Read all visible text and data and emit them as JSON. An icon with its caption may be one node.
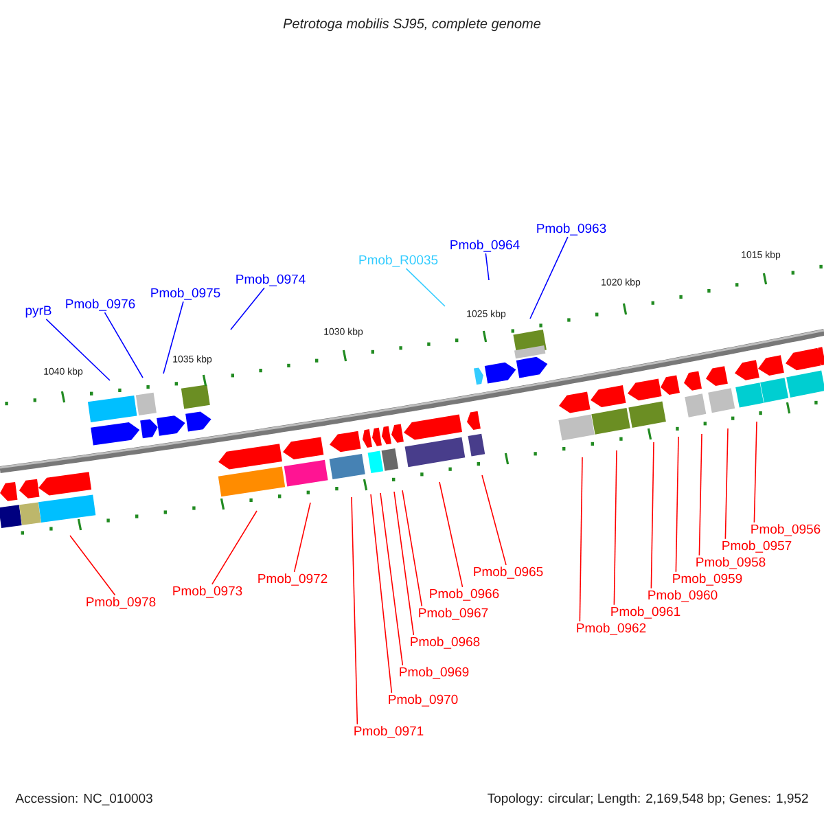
{
  "diagram": {
    "title": "Petrotoga mobilis SJ95, complete genome",
    "nodes": [
      {
        "text": [
          "pyrB"
        ]
      },
      {
        "text": [
          "Pmob_0976"
        ]
      },
      {
        "text": [
          "Pmob_0975"
        ]
      },
      {
        "text": [
          "Pmob_0974"
        ]
      },
      {
        "text": [
          "Pmob_R0035"
        ]
      },
      {
        "text": [
          "Pmob_0964"
        ]
      },
      {
        "text": [
          "Pmob_0963"
        ]
      },
      {
        "text": [
          "Pmob_0978"
        ]
      },
      {
        "text": [
          "Pmob_0973"
        ]
      },
      {
        "text": [
          "Pmob_0972"
        ]
      },
      {
        "text": [
          "Pmob_0971"
        ]
      },
      {
        "text": [
          "Pmob_0970"
        ]
      },
      {
        "text": [
          "Pmob_0969"
        ]
      },
      {
        "text": [
          "Pmob_0968"
        ]
      },
      {
        "text": [
          "Pmob_0967"
        ]
      },
      {
        "text": [
          "Pmob_0966"
        ]
      },
      {
        "text": [
          "Pmob_0965"
        ]
      },
      {
        "text": [
          "Pmob_0962"
        ]
      },
      {
        "text": [
          "Pmob_0961"
        ]
      },
      {
        "text": [
          "Pmob_0960"
        ]
      },
      {
        "text": [
          "Pmob_0959"
        ]
      },
      {
        "text": [
          "Pmob_0958"
        ]
      },
      {
        "text": [
          "Pmob_0957"
        ]
      },
      {
        "text": [
          "Pmob_0956"
        ]
      }
    ],
    "edges": [
      {
        "from": 0,
        "to": null,
        "arrow": "none",
        "color": "#0000ff"
      },
      {
        "from": 1,
        "to": null,
        "arrow": "none",
        "color": "#0000ff"
      },
      {
        "from": 2,
        "to": null,
        "arrow": "none",
        "color": "#0000ff"
      },
      {
        "from": 3,
        "to": null,
        "arrow": "none",
        "color": "#0000ff"
      },
      {
        "from": 4,
        "to": null,
        "arrow": "none",
        "color": "#33ccff"
      },
      {
        "from": 5,
        "to": null,
        "arrow": "none",
        "color": "#0000ff"
      },
      {
        "from": 6,
        "to": null,
        "arrow": "none",
        "color": "#0000ff"
      },
      {
        "from": 7,
        "to": null,
        "arrow": "none"
      },
      {
        "from": 8,
        "to": null,
        "arrow": "none"
      },
      {
        "from": 9,
        "to": null,
        "arrow": "none"
      },
      {
        "from": 10,
        "to": null,
        "arrow": "none"
      },
      {
        "from": 11,
        "to": null,
        "arrow": "none"
      },
      {
        "from": 12,
        "to": null,
        "arrow": "none"
      },
      {
        "from": 13,
        "to": null,
        "arrow": "none"
      },
      {
        "from": 14,
        "to": null,
        "arrow": "none"
      },
      {
        "from": 15,
        "to": null,
        "arrow": "none"
      },
      {
        "from": 16,
        "to": null,
        "arrow": "none"
      },
      {
        "from": 17,
        "to": null,
        "arrow": "none"
      },
      {
        "from": 18,
        "to": null,
        "arrow": "none"
      },
      {
        "from": 19,
        "to": null,
        "arrow": "none"
      },
      {
        "from": 20,
        "to": null,
        "arrow": "none"
      },
      {
        "from": 21,
        "to": null,
        "arrow": "none"
      },
      {
        "from": 22,
        "to": null,
        "arrow": "none"
      },
      {
        "from": 23,
        "to": null,
        "arrow": "none"
      }
    ],
    "labels": [
      "1015 kbp",
      "1020 kbp",
      "1025 kbp",
      "1030 kbp",
      "1035 kbp",
      "1040 kbp",
      "Accession: NC_010003",
      "Topology: circular; Length: 2,169,548 bp; Genes: 1,952"
    ]
  }
}
